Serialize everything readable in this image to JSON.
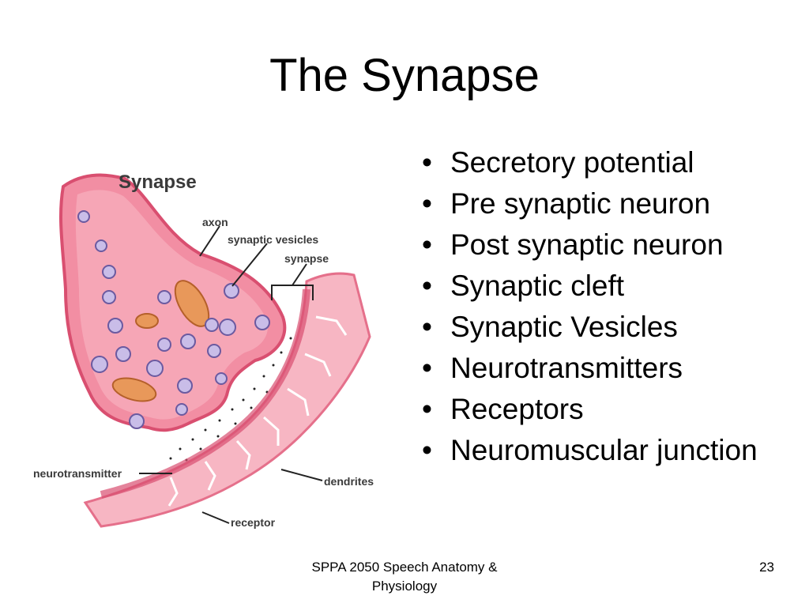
{
  "slide": {
    "title": "The Synapse",
    "footer": "SPPA 2050 Speech Anatomy & Physiology",
    "page_number": "23"
  },
  "bullets": [
    "Secretory potential",
    "Pre synaptic neuron",
    "Post synaptic neuron",
    "Synaptic cleft",
    "Synaptic Vesicles",
    "Neurotransmitters",
    "Receptors",
    "Neuromuscular junction"
  ],
  "figure": {
    "heading": "Synapse",
    "labels": {
      "axon": "axon",
      "synaptic_vesicles": "synaptic vesicles",
      "synapse": "synapse",
      "neurotransmitter": "neurotransmitter",
      "dendrites": "dendrites",
      "receptor": "receptor"
    },
    "colors": {
      "membrane": "#e96a86",
      "membrane_light": "#f7b6c3",
      "cytoplasm": "#f48aa0",
      "vesicle": "#c9bde8",
      "mitochondrion": "#e8985a",
      "bullet": "#000000"
    }
  }
}
